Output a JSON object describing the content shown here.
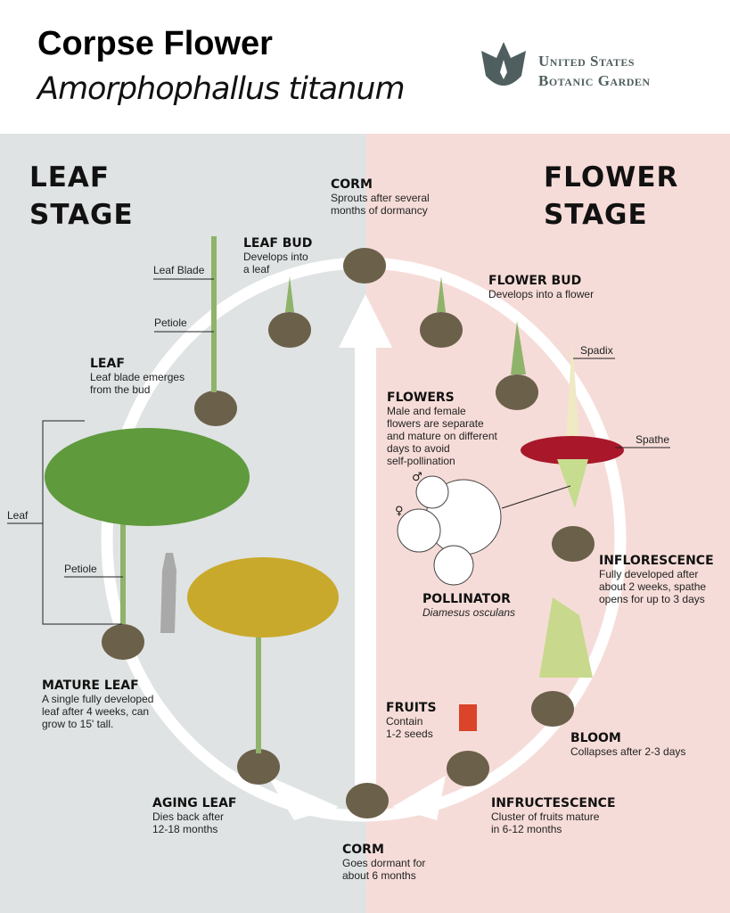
{
  "header": {
    "title": "Corpse Flower",
    "subtitle": "Amorphophallus titanum",
    "logo": {
      "line1": "United States",
      "line2": "Botanic Garden"
    }
  },
  "stages": {
    "leaf": [
      "LEAF",
      "STAGE"
    ],
    "flower": [
      "FLOWER",
      "STAGE"
    ]
  },
  "steps": {
    "corm_top": {
      "title": "CORM",
      "desc": [
        "Sprouts after several",
        "months of dormancy"
      ]
    },
    "leaf_bud": {
      "title": "LEAF BUD",
      "desc": [
        "Develops into",
        "a leaf"
      ]
    },
    "flower_bud": {
      "title": "FLOWER BUD",
      "desc": [
        "Develops into a flower"
      ]
    },
    "leaf": {
      "title": "LEAF",
      "desc": [
        "Leaf blade emerges",
        "from the bud"
      ]
    },
    "flowers": {
      "title": "FLOWERS",
      "desc": [
        "Male and female",
        "flowers are separate",
        "and mature on different",
        "days to avoid",
        "self-pollination"
      ]
    },
    "inflorescence": {
      "title": "INFLORESCENCE",
      "desc": [
        "Fully developed after",
        "about 2 weeks, spathe",
        "opens for up to 3 days"
      ]
    },
    "pollinator": {
      "title": "POLLINATOR",
      "desc": [
        "Diamesus osculans"
      ]
    },
    "mature_leaf": {
      "title": "MATURE LEAF",
      "desc": [
        "A single fully developed",
        "leaf after 4 weeks, can",
        "grow to 15' tall."
      ]
    },
    "fruits": {
      "title": "FRUITS",
      "desc": [
        "Contain",
        "1-2 seeds"
      ]
    },
    "bloom": {
      "title": "BLOOM",
      "desc": [
        "Collapses after 2-3 days"
      ]
    },
    "aging_leaf": {
      "title": "AGING LEAF",
      "desc": [
        "Dies back after",
        "12-18 months"
      ]
    },
    "infructescence": {
      "title": "INFRUCTESCENCE",
      "desc": [
        "Cluster of fruits mature",
        "in 6-12 months"
      ]
    },
    "corm_bottom": {
      "title": "CORM",
      "desc": [
        "Goes dormant for",
        "about 6 months"
      ]
    }
  },
  "labels": {
    "leaf_blade": "Leaf Blade",
    "petiole1": "Petiole",
    "spadix": "Spadix",
    "spathe": "Spathe",
    "leaf": "Leaf",
    "petiole2": "Petiole",
    "male": "♂",
    "female": "♀"
  },
  "colors": {
    "leaf_bg": "#dfe3e3",
    "flower_bg": "#f6dcd8",
    "logo": "#4f5e5e",
    "corm": "#6b604a",
    "spathe": "#a8182a"
  }
}
